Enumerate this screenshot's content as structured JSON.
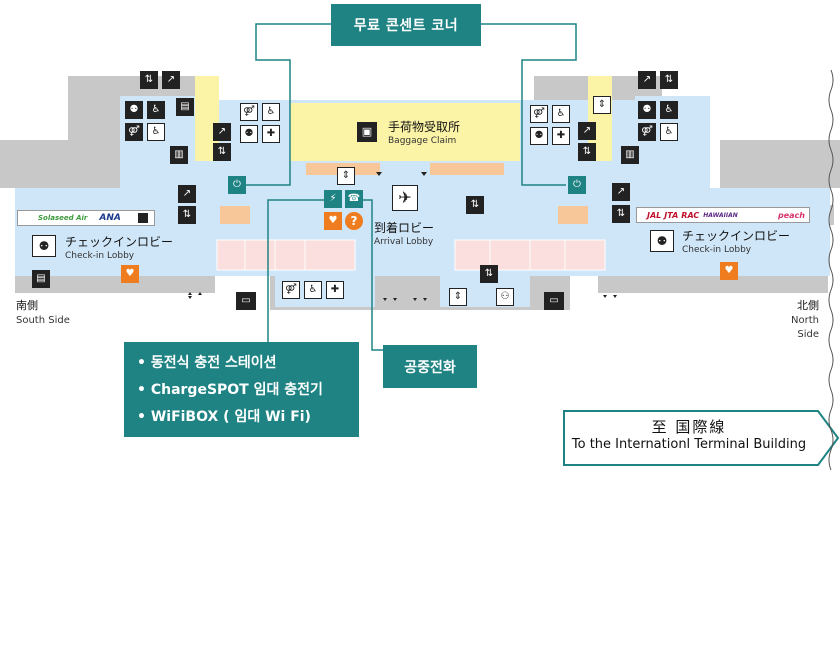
{
  "callouts": {
    "free_contents_corner": "무료 콘센트 코너",
    "charging_services": [
      "동전식 충전 스테이션",
      "ChargeSPOT 임대 충전기",
      "WiFiBOX ( 임대 Wi Fi)"
    ],
    "public_phone": "공중전화"
  },
  "areas": {
    "baggage_claim_ja": "手荷物受取所",
    "baggage_claim_en": "Baggage Claim",
    "arrival_lobby_ja": "到着ロビー",
    "arrival_lobby_en": "Arrival Lobby",
    "checkin_south_ja": "チェックインロビー",
    "checkin_south_en": "Check-in Lobby",
    "checkin_north_ja": "チェックインロビー",
    "checkin_north_en": "Check-in Lobby"
  },
  "directions": {
    "south_ja": "南側",
    "south_en": "South Side",
    "north_ja": "北側",
    "north_en": "North Side"
  },
  "international": {
    "label_ja": "至 国際線",
    "label_en": "To the Internationl Terminal Building"
  },
  "airlines": {
    "south": [
      "Solaseed Air",
      "ANA"
    ],
    "north": [
      "JAL",
      "JTA",
      "RAC",
      "HAWAIIAN",
      "peach"
    ]
  },
  "icons": {
    "aed_label": "AED",
    "info_symbol": "?"
  },
  "colors": {
    "floor": "#cfe6f8",
    "walls": "#c8c8c8",
    "baggage": "#fbf3a6",
    "shops": "#fbdede",
    "orange": "#f7c79a",
    "teal": "#1f8384",
    "icon_dark": "#222222",
    "aed": "#ef7d20"
  }
}
